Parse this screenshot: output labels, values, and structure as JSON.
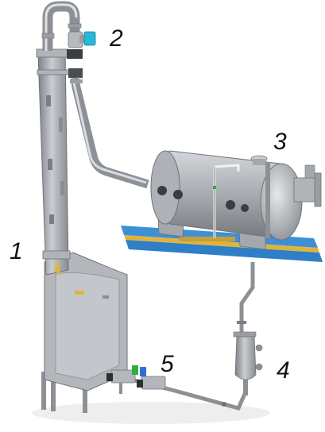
{
  "labels": {
    "one": "1",
    "two": "2",
    "three": "3",
    "four": "4",
    "five": "5"
  },
  "colors": {
    "steel": "#a9adb2",
    "steel_dark": "#6f7378",
    "valve_cyan": "#2bb7d6",
    "valve_green": "#2fae3a",
    "valve_blue": "#2f6fd6",
    "rail_blue": "#3d8fd6",
    "rail_yellow": "#e0b43a",
    "label": "#111111"
  }
}
